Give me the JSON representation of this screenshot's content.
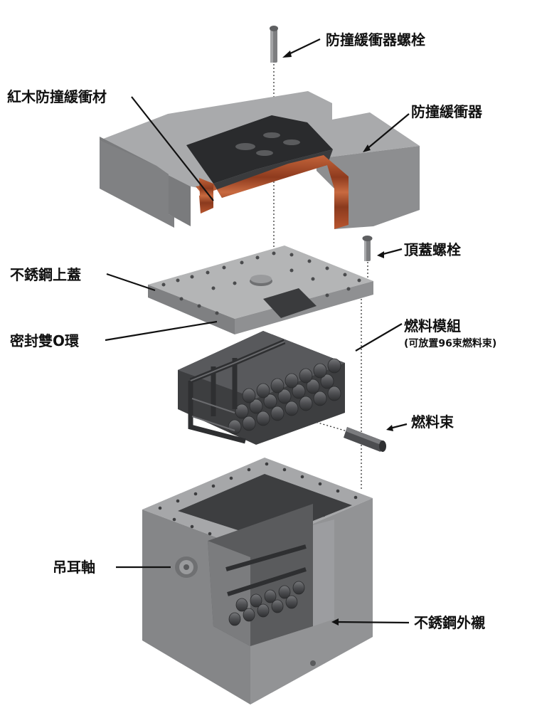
{
  "labels": {
    "bumper_bolt": "防撞緩衝器螺栓",
    "redwood": "紅木防撞緩衝材",
    "bumper": "防撞緩衝器",
    "top_bolt": "頂蓋螺栓",
    "lid": "不銹鋼上蓋",
    "fuel_module": "燃料模組",
    "fuel_module_note": "(可放置96束燃料束)",
    "seal": "密封雙O環",
    "fuel_bundle": "燃料束",
    "trunnion": "吊耳軸",
    "liner": "不銹鋼外襯"
  },
  "colors": {
    "steel_light": "#b4b5b6",
    "steel_mid": "#8e8f91",
    "steel_dark": "#6b6c6e",
    "wood": "#b2532e",
    "rod": "#5a5b5e"
  }
}
